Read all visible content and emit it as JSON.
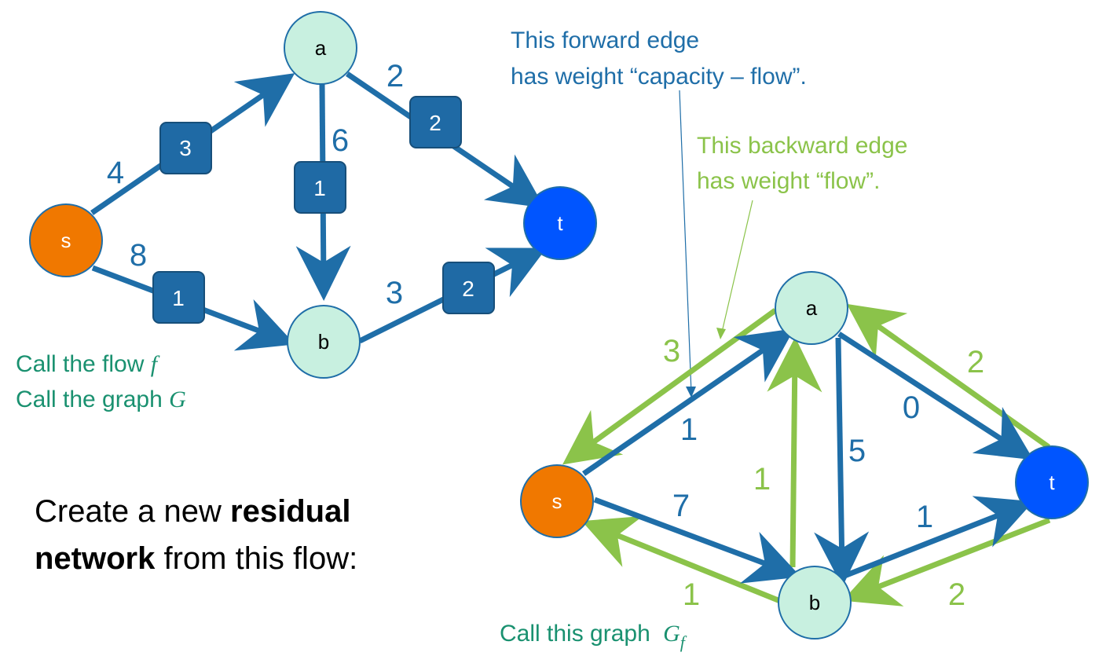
{
  "colors": {
    "blue_edge": "#1f6ea8",
    "green_edge": "#8bc34a",
    "node_fill": "#c8f0e0",
    "source_fill": "#f07800",
    "sink_fill": "#0055ff",
    "flow_box": "#1f6aa5",
    "annotation_blue": "#1f6ea8",
    "annotation_green": "#8bc34a",
    "caption_teal": "#1a9170"
  },
  "graph_G": {
    "nodes": {
      "s": "s",
      "a": "a",
      "b": "b",
      "t": "t"
    },
    "capacities": {
      "s_a": "4",
      "s_b": "8",
      "a_b": "6",
      "a_t": "2",
      "b_t": "3"
    },
    "flows": {
      "s_a": "3",
      "s_b": "1",
      "a_b": "1",
      "a_t": "2",
      "b_t": "2"
    }
  },
  "graph_Gf": {
    "nodes": {
      "s": "s",
      "a": "a",
      "b": "b",
      "t": "t"
    },
    "forward": {
      "s_a": "1",
      "s_b": "7",
      "a_b": "5",
      "a_t": "0",
      "b_t": "1"
    },
    "backward": {
      "a_s": "3",
      "b_s": "1",
      "b_a": "1",
      "t_a": "2",
      "t_b": "2"
    }
  },
  "notes": {
    "forward_line1": "This forward edge",
    "forward_line2": "has weight “capacity – flow”.",
    "backward_line1": "This backward edge",
    "backward_line2": "has weight “flow”."
  },
  "captions": {
    "flow_prefix": "Call the flow ",
    "flow_symbol": "f",
    "graph_prefix": "Call the graph ",
    "graph_symbol": "G",
    "gf_prefix": "Call this graph ",
    "gf_symbol": "G",
    "gf_subscript": "f"
  },
  "instruction": {
    "part1": "Create a new ",
    "bold1": "residual",
    "bold2": "network",
    "part2": " from this flow:"
  }
}
